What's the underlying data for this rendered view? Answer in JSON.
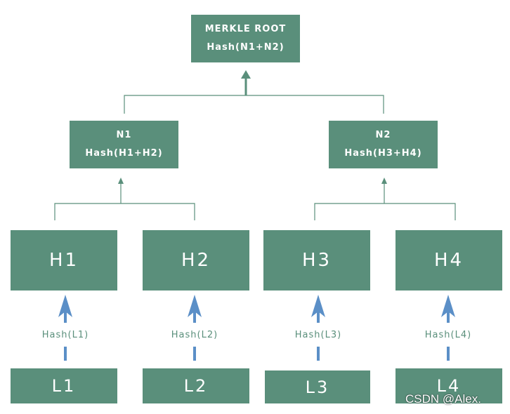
{
  "root": {
    "name": "MERKLE ROOT",
    "hash": "Hash(N1+N2)"
  },
  "level1": [
    {
      "name": "N1",
      "hash": "Hash(H1+H2)"
    },
    {
      "name": "N2",
      "hash": "Hash(H3+H4)"
    }
  ],
  "hashes": [
    "H1",
    "H2",
    "H3",
    "H4"
  ],
  "hash_labels": [
    "Hash(L1)",
    "Hash(L2)",
    "Hash(L3)",
    "Hash(L4)"
  ],
  "leaves": [
    "L1",
    "L2",
    "L3",
    "L4"
  ],
  "watermark": "CSDN @Alex.",
  "colors": {
    "node": "#5a8f7b",
    "connector": "#5a8f7b",
    "leaf_arrow": "#5b8fc7",
    "text": "#ffffff"
  }
}
